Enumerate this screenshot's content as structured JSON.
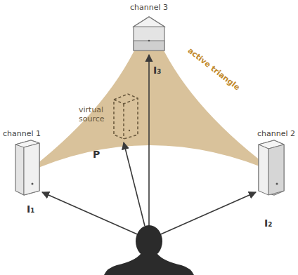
{
  "diagram": {
    "nodes": [
      {
        "text": [
          "channel 3"
        ]
      },
      {
        "text": [
          "channel 1"
        ]
      },
      {
        "text": [
          "channel 2"
        ]
      },
      {
        "text": [
          "virtual source"
        ]
      }
    ],
    "labels": [
      "I₃",
      "active triangle",
      "P",
      "I₁",
      "I₂"
    ]
  }
}
